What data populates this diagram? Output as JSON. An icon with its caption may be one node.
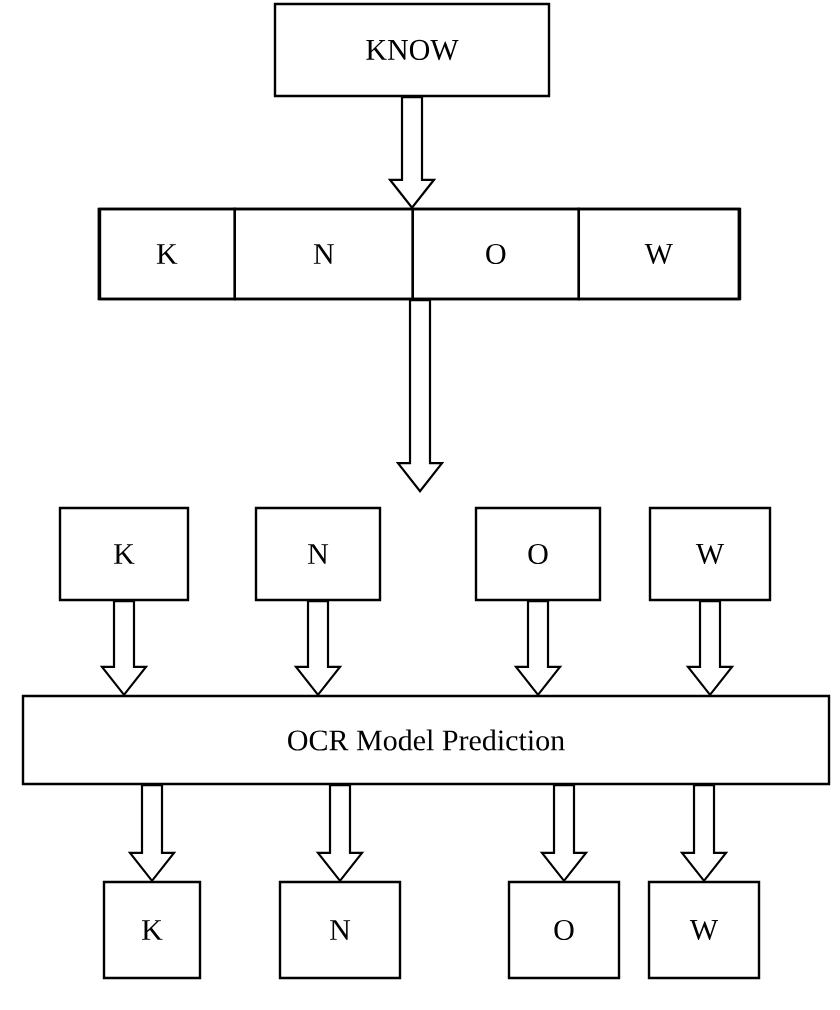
{
  "diagram": {
    "nodes": [
      {
        "text": [
          "KNOW"
        ]
      },
      {
        "text": [],
        "shape": "box"
      },
      {
        "text": [
          "K"
        ],
        "in": 1
      },
      {
        "text": [
          "N"
        ],
        "in": 1
      },
      {
        "text": [
          "O"
        ],
        "in": 1
      },
      {
        "text": [
          "W"
        ],
        "in": 1
      },
      {
        "text": [
          "K"
        ]
      },
      {
        "text": [
          "N"
        ]
      },
      {
        "text": [
          "O"
        ]
      },
      {
        "text": [
          "W"
        ]
      },
      {
        "text": [
          "OCR Model Prediction"
        ]
      },
      {
        "text": [
          "K"
        ]
      },
      {
        "text": [
          "N"
        ]
      },
      {
        "text": [
          "O"
        ]
      },
      {
        "text": [
          "W"
        ]
      }
    ],
    "edges": [
      {
        "from": 0,
        "to": 1,
        "arrow": "to"
      },
      {
        "from": 1,
        "to": null,
        "arrow": "to"
      },
      {
        "from": 6,
        "to": 10,
        "arrow": "to"
      },
      {
        "from": 7,
        "to": 10,
        "arrow": "to"
      },
      {
        "from": 8,
        "to": 10,
        "arrow": "to"
      },
      {
        "from": 9,
        "to": 10,
        "arrow": "to"
      },
      {
        "from": 10,
        "to": 11,
        "arrow": "to"
      },
      {
        "from": 10,
        "to": 12,
        "arrow": "to"
      },
      {
        "from": 10,
        "to": 13,
        "arrow": "to"
      },
      {
        "from": 10,
        "to": 14,
        "arrow": "to"
      }
    ]
  }
}
